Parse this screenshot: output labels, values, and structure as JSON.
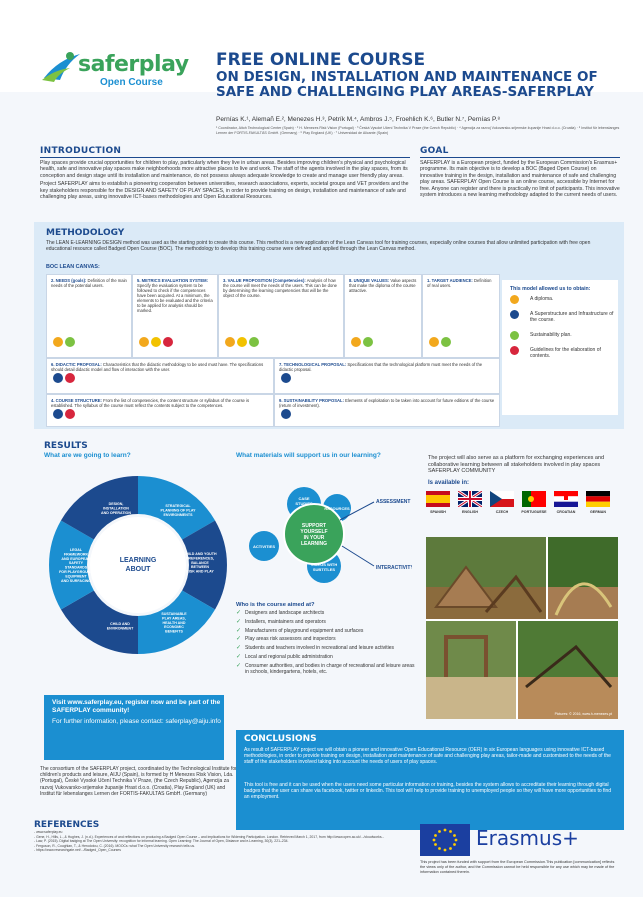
{
  "logo": {
    "name": "saferplay",
    "sub": "Open Course"
  },
  "title": {
    "line1": "FREE ONLINE COURSE",
    "line2": "ON DESIGN, INSTALLATION AND MAINTENANCE OF SAFE AND CHALLENGING PLAY AREAS-SAFERPLAY"
  },
  "authors": "Pernías K.¹, Alemañ E.², Menezes H.³, Petrík M.⁴, Ambros J.⁵, Froehlich K.⁶, Butler N.⁷, Pernías P.⁸",
  "affiliations": "¹ Coordinator, Aitoh Technological Center (Spain) · ² H. Menezes Risk Vision (Portugal) · ³ Česká Vysoké Učení Technika V Praze (the Czech Republic) · ⁴ Agencija za razvoj Vukovarsko-srijemske županije Hrast d.o.o. (Croatia) · ⁵ Institut für lebenslanges Lernen der FORTIS-FAKULTÄS GmbH. (Germany) · ⁶ Play England (UK) · ⁷ Universidad de Alicante (Spain)",
  "intro": {
    "heading": "INTRODUCTION",
    "p1": "Play spaces provide crucial opportunities for children to play, particularly when they live in urban areas. Besides improving children's physical and psychological health, safe and innovative play spaces make neighborhoods more attractive places to live and work. The staff of the agents involved in the play spaces, from its conception and design stage until its installation and maintenance, do not possess always adequate knowledge to create and manage user friendly play areas.",
    "p2": "Project SAFERPLAY aims to establish a pioneering cooperation between universities, research associations, experts, societal groups and VET providers and the key stakeholders responsible for the DESIGN AND SAFETY OF PLAY SPACES, in order to provide training on design, installation and maintenance of safe and challenging play areas, using innovative ICT-bases methodologies and Open Educational Resources."
  },
  "goal": {
    "heading": "GOAL",
    "text": "SAFERPLAY is a European project, funded by the European Commission's Erasmus+ programme. Its main objective is to develop a BOC (Baged Open Course) on innovative training in the design, installation and maintenance of safe and challenging play areas. SAFERPLAY Open Course is an online course, accessible by Internet for free. Anyone can register and there is practically no limit of participants. This innovative system introduces a new learning methodology adapted to the current needs of users."
  },
  "methodology": {
    "heading": "METHODOLOGY",
    "text": "The LEAN E-LEARNING DESIGN method was used as the starting point to create this course. This method is a new application of the Lean Canvas tool for training courses, especially online courses that allow unlimited participation with free open educational resource called Badged Open Course (BOC). The methodology to develop this training course were defined and applied through the Lean Canvas method.",
    "boc_title": "BOC LEAN CANVAS:",
    "boxes": [
      {
        "title": "2. NEEDS (goals):",
        "text": "Definition of the main needs of the potential users."
      },
      {
        "title": "5. METRICS EVALUATION SYSTEM:",
        "text": "Specify the evaluation system to be followed to check if the competences have been acquired. At a minimum, the elements to be evaluated and the criteria to be applied for analysis should be marked."
      },
      {
        "title": "3. VALUE PROPOSITION (Competencies):",
        "text": "Analysis of how the course will meet the needs of the users. This can be done by determining the learning competencies that will be the object of the course."
      },
      {
        "title": "8. UNIQUE VALUES:",
        "text": "Value aspects that make the diploma of the course attractive."
      },
      {
        "title": "1. TARGET AUDIENCE:",
        "text": "Definition of real users."
      },
      {
        "title": "6. DIDACTIC PROPOSAL:",
        "text": "Characteristics that the didactic methodology to be used must have. The specifications should detail didactic model and flow of interaction with the user."
      },
      {
        "title": "7. TECHNOLOGICAL PROPOSAL:",
        "text": "Specifications that the technological platform must meet the needs of the didactic proposal."
      },
      {
        "title": "4. COURSE STRUCTURE:",
        "text": "From the list of competencies, the content structure or syllabus of the course is established. The syllabus of the course must reflect the contents subject to the competences."
      },
      {
        "title": "9. SUSTAINABILITY PROPOSAL:",
        "text": "Elements of exploitation to be taken into account for future editions of the course (return of investment)."
      }
    ],
    "legend_title": "This model allowed us to obtain:",
    "legend": [
      {
        "label": "A diploma.",
        "color": "#f2a81d"
      },
      {
        "label": "A Superstructure and Infrastructure of the course.",
        "color": "#1c4a8e"
      },
      {
        "label": "Sustainability plan.",
        "color": "#7cc242"
      },
      {
        "label": "Guidelines for the elaboration of contents.",
        "color": "#d7263d"
      }
    ]
  },
  "results": {
    "heading": "RESULTS",
    "q1": "What are we going to learn?",
    "q2": "What materials will support us in our learning?",
    "wheel_center": "LEARNING ABOUT",
    "wheel_segments": [
      "DESIGN, INSTALLATION AND OPERATION",
      "STRATEGICAL PLANNING OF PLAY ENVIRONMENTS",
      "CHILD AND YOUTH PREFERENCES, BALANCE BETWEEN RISK AND PLAY",
      "SUSTAINABLE PLAY AREAS, HEALTH AND ECONOMIC BENEFITS",
      "CHILD AND ENVIRONMENT",
      "LEGAL FRAMEWORK AND EUROPEAN SAFETY STANDARDS FOR PLAYGROUND EQUIPMENT AND SURFACING"
    ],
    "materials_center": "SUPPORT YOURSELF IN YOUR LEARNING",
    "materials": [
      "CASE STUDIES",
      "RESOURCES",
      "VIDEOS WITH SUBTITLES",
      "ACTIVITIES"
    ],
    "materials_side": [
      "ASSESSMENT",
      "INTERACTIVITY"
    ],
    "who_title": "Who is the course aimed at?",
    "who": [
      "Designers and landscape architects",
      "Installers, maintainers and operators",
      "Manufacturers of playground equipment and surfaces",
      "Play areas risk assessors and inspectors",
      "Students and teachers involved in recreational and leisure activities",
      "Local and regional public administration",
      "Consumer authorities, and bodies in charge of recreational and leisure areas in schools, kindergartens, hotels, etc."
    ],
    "right_text": "The project will also serve as a platform for exchanging experiences and collaborative learning between all stakeholders involved in play spaces SAFERPLAY COMMUNITY",
    "available": "Is available in:",
    "languages": [
      "SPANISH",
      "ENGLISH",
      "CZECH",
      "PORTUGUESE",
      "CROATIAN",
      "GERMAN"
    ],
    "photo_credit": "Pictures: © 2016, www.h-menezes.pt"
  },
  "visit": {
    "line1": "Visit www.saferplay.eu, register now and be part of the SAFERPLAY community!",
    "line2": "For further information, please contact: saferplay@aiju.info"
  },
  "consortium": "The consortium of the SAFERPLAY project, coordinated by the Technological Institute for children's products and leisure, AIJU (Spain), is formed by H Menezes Risk Vision, Lda. (Portugal), České Vysoké Učení Technika V Praze, (the Czech Republic), Agencija za razvoj Vukovarsko-srijemske županije Hrast d.o.o. (Croatia), Play England (UK) and Institut für lebenslanges Lernen der FORTIS-FAKULTAS GmbH. (Germany)",
  "conclusions": {
    "heading": "CONCLUSIONS",
    "p1": "As result of SAFERPLAY project we will obtain a pioneer and innovative Open Educational Resource (OER) in six European languages using innovative ICT-based methodologies, in order to provide training on design, installation and maintenance of safe and challenging play areas, tailor-made and customised to the needs of the staff of the stakeholders involved taking into account the needs of users of play spaces.",
    "p2": "This tool is free and it can be used when the users need some particular information or training, besides the system allows to accreditate their learning through digital badges that the user can share via facebook, twitter or linkedin. This tool will help to provide training to unemployed people so they will have more opportunities to find an employment."
  },
  "references": {
    "heading": "REFERENCES",
    "items": [
      "- www.saferplay.eu",
      "- Gene, H., Hills, L., & Hughes, J. (n.d.). Experiences of and reflections on producing a Badged Open Course – and implications for Widening Participation. London. Retrieved March 1, 2017, from http://www.open.ac.uk/.../cloudworks...",
      "- Law, P. (2015). Digital badging at The Open University: recognition for informal learning. Open Learning: The Journal of Open, Distance and e-Learning, 30(3), 221–234.",
      "- Ferguson, R., Coughlan, T., & Herodotou, C. (2016). MOOCs: what The Open University research tells us.",
      "- https://www.researchgate.net/.../Badged_Open_Courses"
    ]
  },
  "eu": {
    "label": "Erasmus+",
    "disclaimer": "This project has been funded with support from the European Commission.This publication [communication] reflects the views only of the author, and the Commission cannot be held responsible for any use which may be made of the information contained therein."
  }
}
